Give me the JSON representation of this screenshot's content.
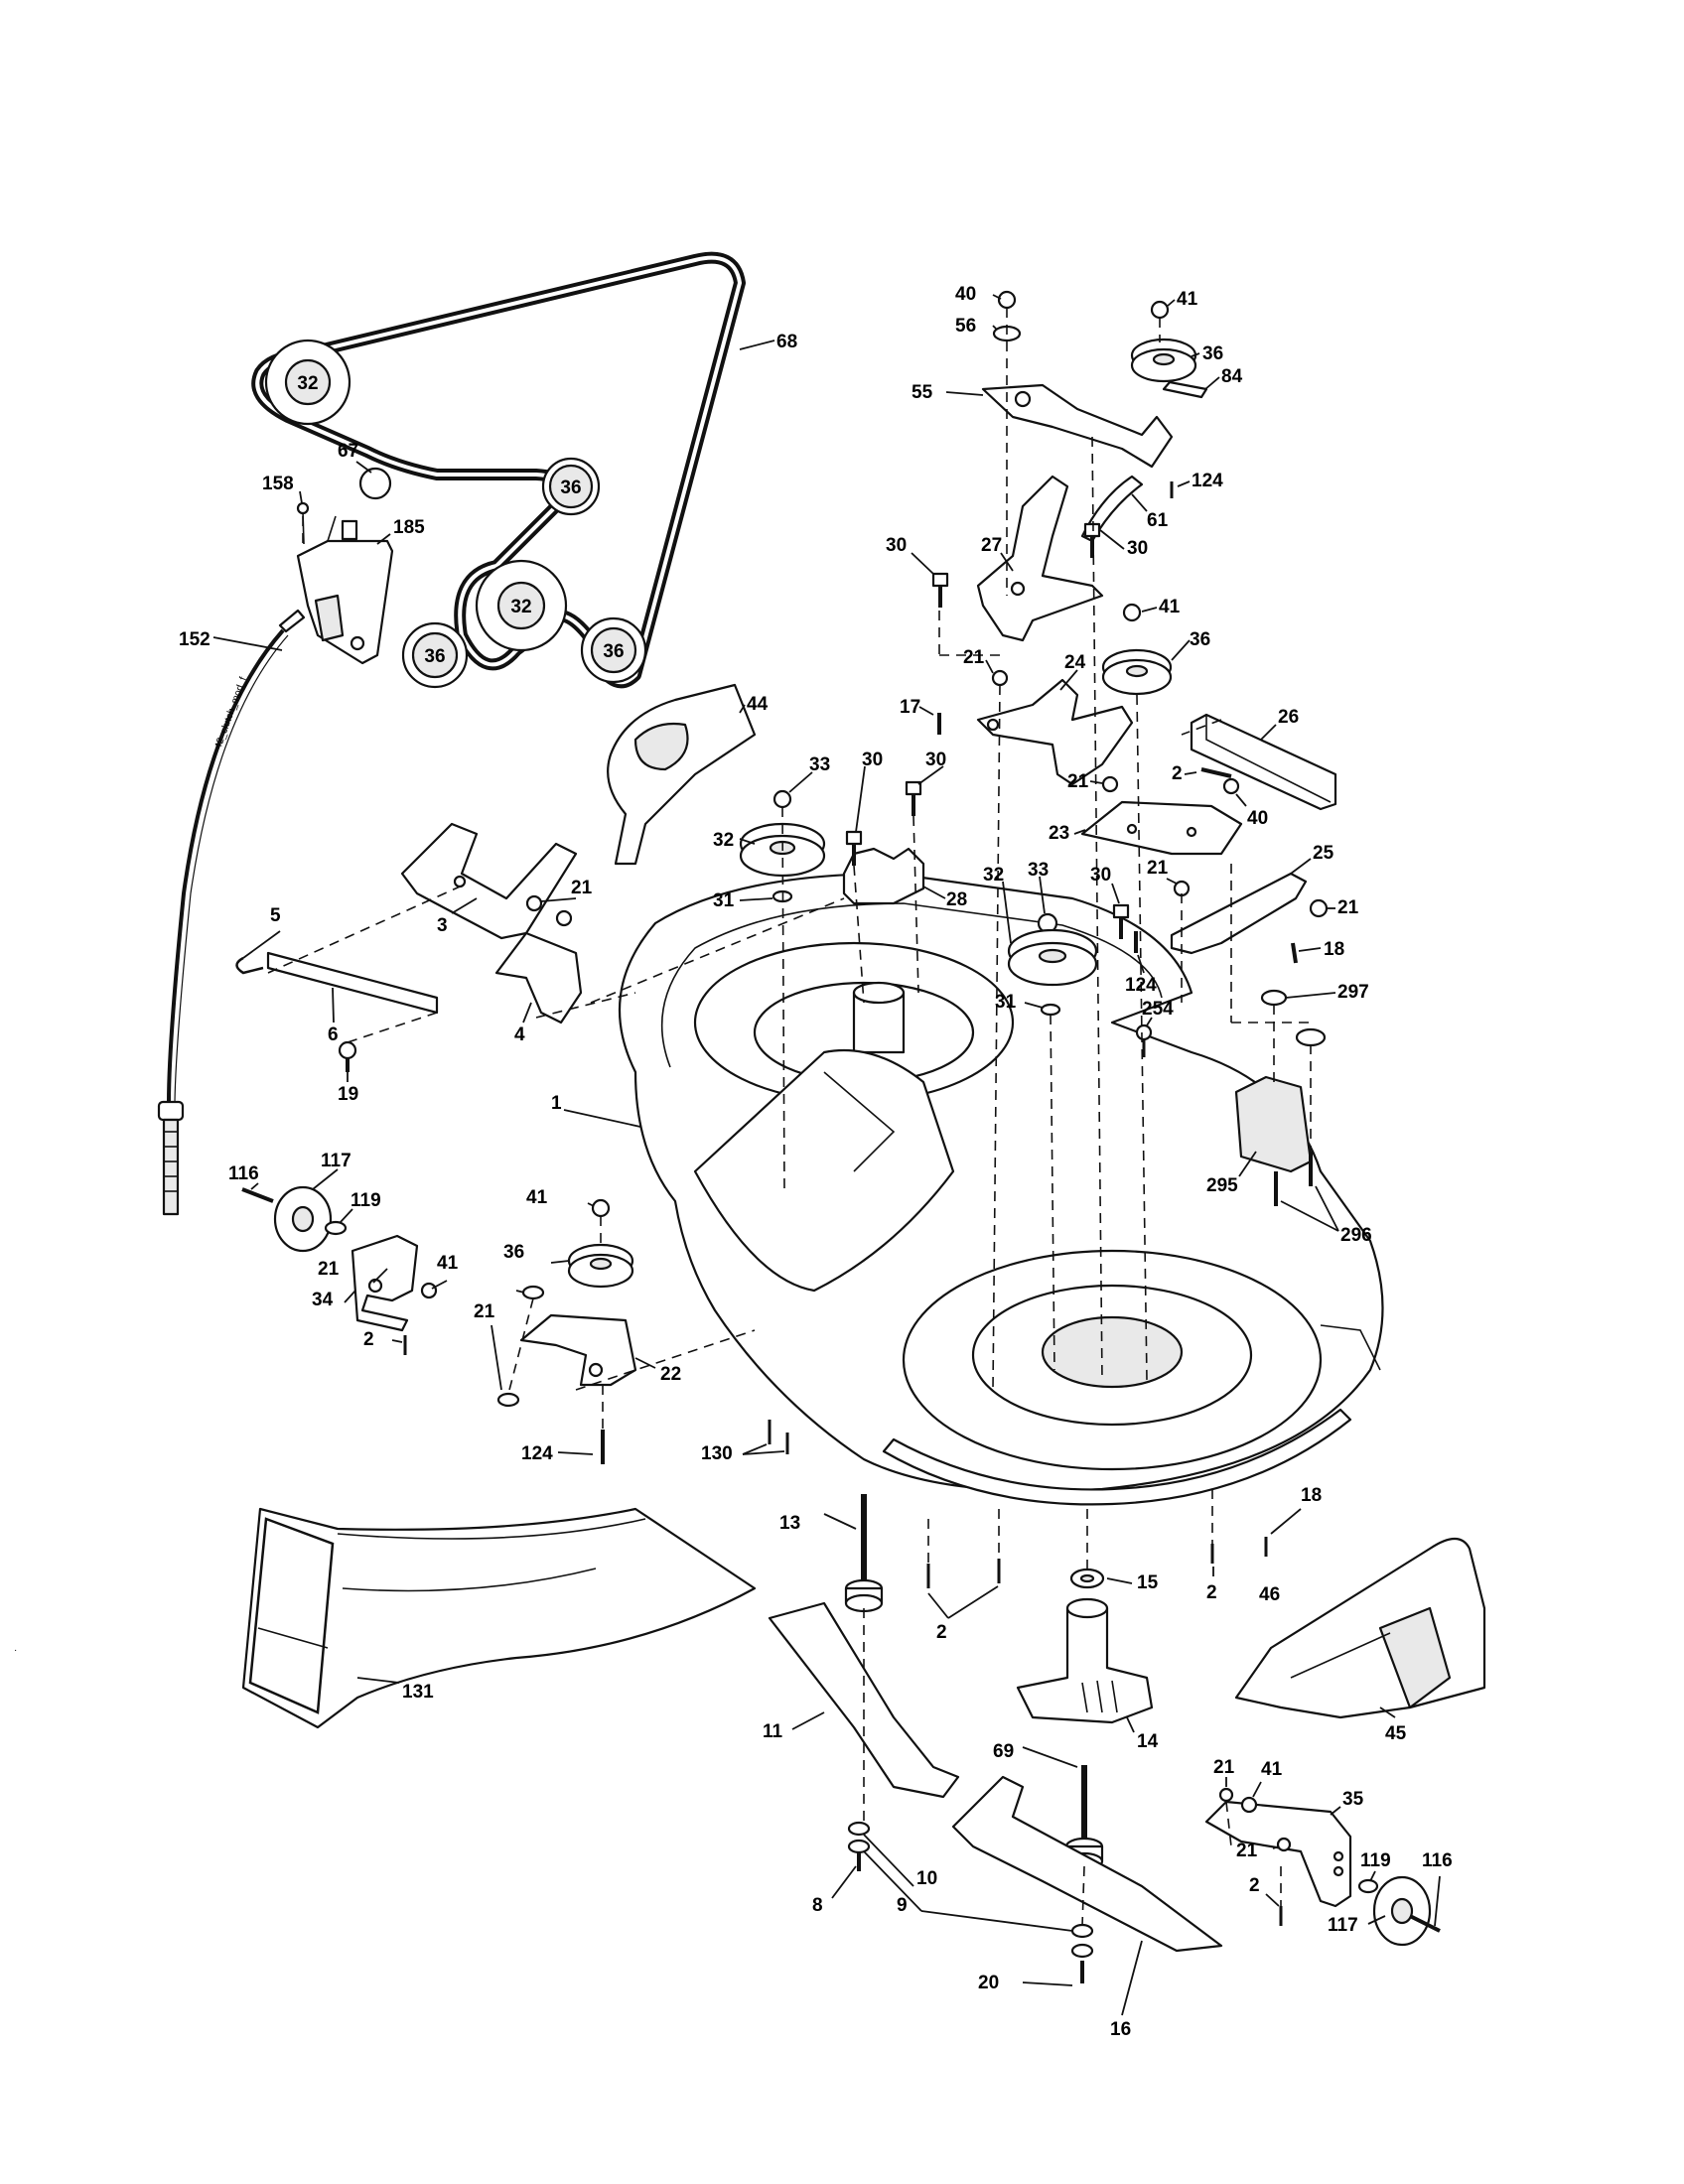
{
  "diagram": {
    "cable_tag": "42_clutch_mod_f",
    "belt_pulleys": [
      "32",
      "36",
      "32",
      "36",
      "36"
    ],
    "callouts": [
      {
        "id": "p68",
        "text": "68"
      },
      {
        "id": "p67",
        "text": "67"
      },
      {
        "id": "p158",
        "text": "158"
      },
      {
        "id": "p185",
        "text": "185"
      },
      {
        "id": "p152",
        "text": "152"
      },
      {
        "id": "p40a",
        "text": "40"
      },
      {
        "id": "p56",
        "text": "56"
      },
      {
        "id": "p41a",
        "text": "41"
      },
      {
        "id": "p36a",
        "text": "36"
      },
      {
        "id": "p84",
        "text": "84"
      },
      {
        "id": "p55",
        "text": "55"
      },
      {
        "id": "p124a",
        "text": "124"
      },
      {
        "id": "p61",
        "text": "61"
      },
      {
        "id": "p30a",
        "text": "30"
      },
      {
        "id": "p30b",
        "text": "30"
      },
      {
        "id": "p27",
        "text": "27"
      },
      {
        "id": "p41b",
        "text": "41"
      },
      {
        "id": "p36b",
        "text": "36"
      },
      {
        "id": "p21a",
        "text": "21"
      },
      {
        "id": "p24",
        "text": "24"
      },
      {
        "id": "p17",
        "text": "17"
      },
      {
        "id": "p44",
        "text": "44"
      },
      {
        "id": "p26",
        "text": "26"
      },
      {
        "id": "p2a",
        "text": "2"
      },
      {
        "id": "p21b",
        "text": "21"
      },
      {
        "id": "p40b",
        "text": "40"
      },
      {
        "id": "p23",
        "text": "23"
      },
      {
        "id": "p33a",
        "text": "33"
      },
      {
        "id": "p30c",
        "text": "30"
      },
      {
        "id": "p30d",
        "text": "30"
      },
      {
        "id": "p32a",
        "text": "32"
      },
      {
        "id": "p31a",
        "text": "31"
      },
      {
        "id": "p28",
        "text": "28"
      },
      {
        "id": "p33b",
        "text": "33"
      },
      {
        "id": "p32b",
        "text": "32"
      },
      {
        "id": "p30e",
        "text": "30"
      },
      {
        "id": "p21c",
        "text": "21"
      },
      {
        "id": "p25",
        "text": "25"
      },
      {
        "id": "p21d",
        "text": "21"
      },
      {
        "id": "p18a",
        "text": "18"
      },
      {
        "id": "p124b",
        "text": "124"
      },
      {
        "id": "p31b",
        "text": "31"
      },
      {
        "id": "p297",
        "text": "297"
      },
      {
        "id": "p254",
        "text": "254"
      },
      {
        "id": "p3",
        "text": "3"
      },
      {
        "id": "p21e",
        "text": "21"
      },
      {
        "id": "p5",
        "text": "5"
      },
      {
        "id": "p6",
        "text": "6"
      },
      {
        "id": "p4",
        "text": "4"
      },
      {
        "id": "p19",
        "text": "19"
      },
      {
        "id": "p1",
        "text": "1"
      },
      {
        "id": "p295",
        "text": "295"
      },
      {
        "id": "p296",
        "text": "296"
      },
      {
        "id": "p116a",
        "text": "116"
      },
      {
        "id": "p117a",
        "text": "117"
      },
      {
        "id": "p119a",
        "text": "119"
      },
      {
        "id": "p21f",
        "text": "21"
      },
      {
        "id": "p41c",
        "text": "41"
      },
      {
        "id": "p34",
        "text": "34"
      },
      {
        "id": "p2b",
        "text": "2"
      },
      {
        "id": "p41d",
        "text": "41"
      },
      {
        "id": "p36c",
        "text": "36"
      },
      {
        "id": "p21g",
        "text": "21"
      },
      {
        "id": "p22",
        "text": "22"
      },
      {
        "id": "p124c",
        "text": "124"
      },
      {
        "id": "p130",
        "text": "130"
      },
      {
        "id": "p13",
        "text": "13"
      },
      {
        "id": "p18b",
        "text": "18"
      },
      {
        "id": "p15",
        "text": "15"
      },
      {
        "id": "p2c",
        "text": "2"
      },
      {
        "id": "p46",
        "text": "46"
      },
      {
        "id": "p2d",
        "text": "2"
      },
      {
        "id": "p131",
        "text": "131"
      },
      {
        "id": "p14",
        "text": "14"
      },
      {
        "id": "p11",
        "text": "11"
      },
      {
        "id": "p45",
        "text": "45"
      },
      {
        "id": "p69",
        "text": "69"
      },
      {
        "id": "p21h",
        "text": "21"
      },
      {
        "id": "p41e",
        "text": "41"
      },
      {
        "id": "p35",
        "text": "35"
      },
      {
        "id": "p21i",
        "text": "21"
      },
      {
        "id": "p119b",
        "text": "119"
      },
      {
        "id": "p116b",
        "text": "116"
      },
      {
        "id": "p2e",
        "text": "2"
      },
      {
        "id": "p117b",
        "text": "117"
      },
      {
        "id": "p8",
        "text": "8"
      },
      {
        "id": "p10",
        "text": "10"
      },
      {
        "id": "p9",
        "text": "9"
      },
      {
        "id": "p20",
        "text": "20"
      },
      {
        "id": "p16",
        "text": "16"
      }
    ]
  }
}
